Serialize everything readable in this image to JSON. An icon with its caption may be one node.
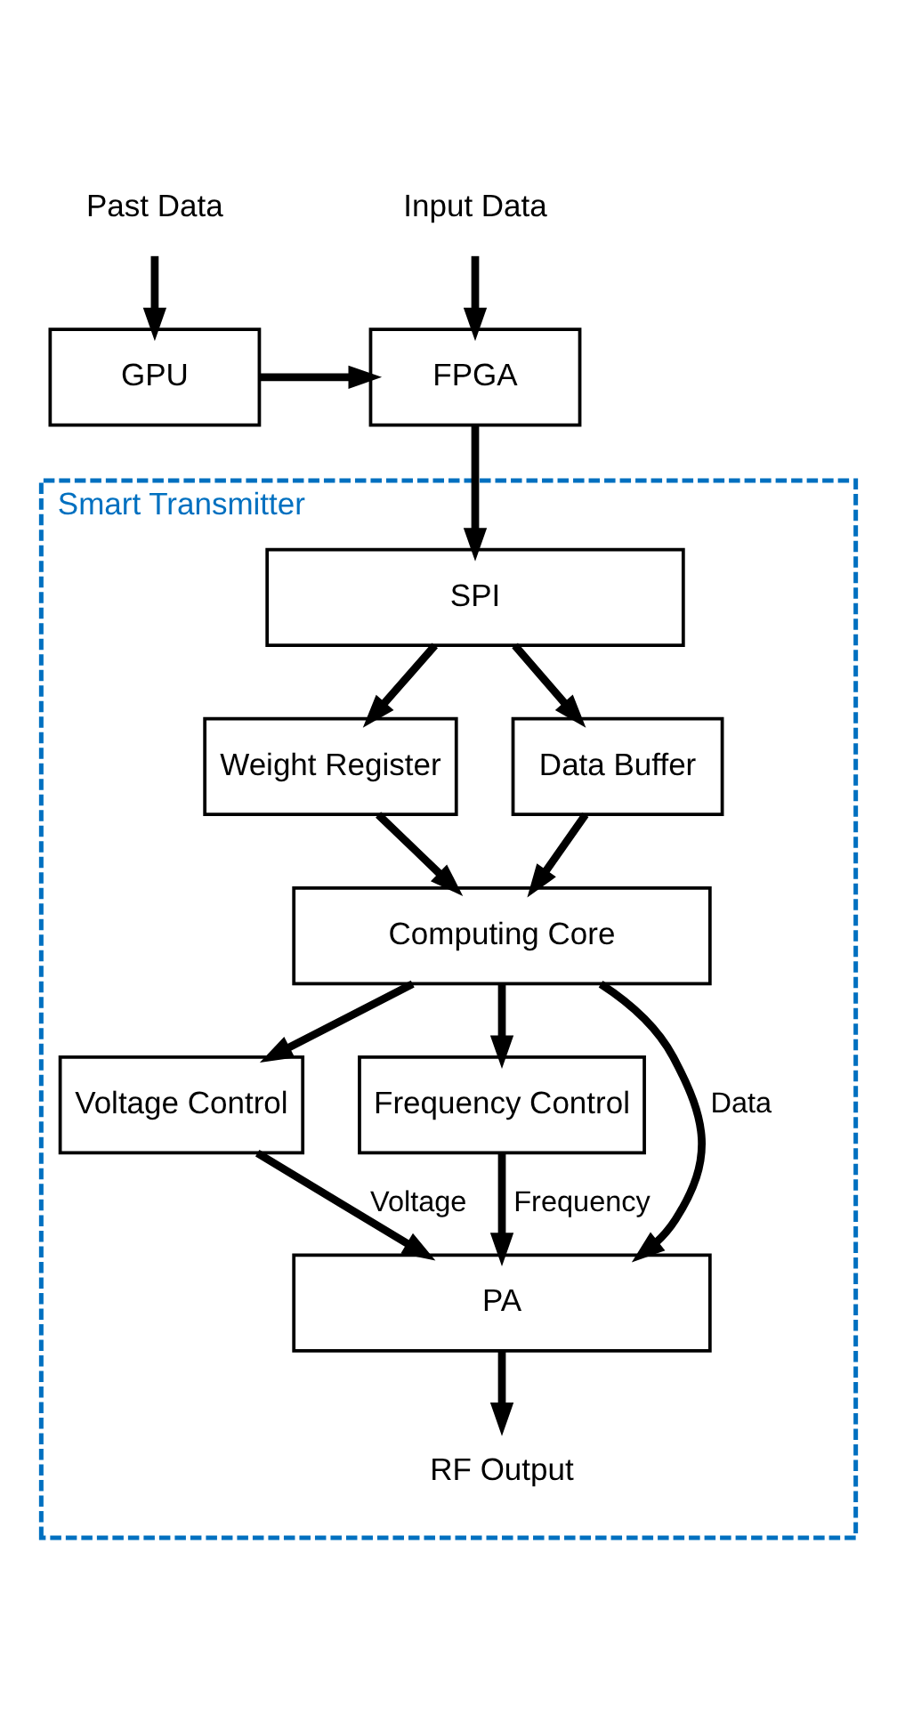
{
  "diagram": {
    "nodes": [
      {
        "text": [
          "Past Data"
        ]
      },
      {
        "text": [
          "Input Data"
        ]
      },
      {
        "text": [
          "GPU"
        ]
      },
      {
        "text": [
          "FPGA"
        ]
      },
      {
        "text": [
          "Smart Transmitter"
        ]
      },
      {
        "text": [
          "SPI"
        ],
        "in": 4
      },
      {
        "text": [
          "Weight Register"
        ],
        "in": 4
      },
      {
        "text": [
          "Data Buffer"
        ],
        "in": 4
      },
      {
        "text": [
          "Computing Core"
        ],
        "in": 4
      },
      {
        "text": [
          "Voltage Control"
        ],
        "in": 4
      },
      {
        "text": [
          "Frequency Control"
        ],
        "in": 4
      },
      {
        "text": [
          "PA"
        ],
        "in": 4
      },
      {
        "text": [
          "RF Output"
        ],
        "in": 4
      }
    ],
    "edges": [
      {
        "from": 0,
        "to": 2,
        "arrow": "to"
      },
      {
        "from": 1,
        "to": 3,
        "arrow": "to"
      },
      {
        "from": 2,
        "to": 3,
        "arrow": "to"
      },
      {
        "from": 3,
        "to": 5,
        "arrow": "to"
      },
      {
        "from": 5,
        "to": 6,
        "arrow": "to"
      },
      {
        "from": 5,
        "to": 7,
        "arrow": "to"
      },
      {
        "from": 6,
        "to": 8,
        "arrow": "to"
      },
      {
        "from": 7,
        "to": 8,
        "arrow": "to"
      },
      {
        "from": 8,
        "to": 9,
        "arrow": "to"
      },
      {
        "from": 8,
        "to": 11,
        "label": "Data",
        "arrow": "to"
      },
      {
        "from": 8,
        "to": 10,
        "arrow": "to"
      },
      {
        "from": 9,
        "to": 11,
        "label": "Voltage",
        "arrow": "to"
      },
      {
        "from": 10,
        "to": 11,
        "label": "Frequency",
        "arrow": "to"
      },
      {
        "from": 11,
        "to": 12,
        "arrow": "to"
      }
    ]
  }
}
